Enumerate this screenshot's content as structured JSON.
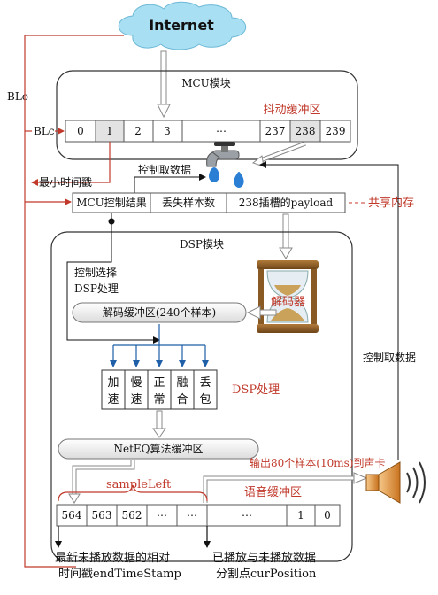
{
  "internet": "Internet",
  "labels": {
    "blo": "BLo",
    "blc": "BLc",
    "min_timestamp": "最小时间戳",
    "control_fetch_top": "控制取数据",
    "control_fetch_right": "控制取数据",
    "shared_memory": "共享内存",
    "control_select": "控制选择",
    "dsp_process_left": "DSP处理",
    "dsp_process_right": "DSP处理",
    "output_80": "输出80个样本(10ms)到声卡",
    "sample_left": "sampleLeft",
    "speech_buffer": "语音缓冲区",
    "latest_timestamp_1": "最新未播放数据的相对",
    "latest_timestamp_2": "时间戳endTimeStamp",
    "split_point_1": "已播放与未播放数据",
    "split_point_2": "分割点curPosition"
  },
  "mcu": {
    "title": "MCU模块",
    "jitter_buffer": "抖动缓冲区",
    "slots": [
      "0",
      "1",
      "2",
      "3",
      "⋯",
      "237",
      "238",
      "239"
    ]
  },
  "shared": {
    "cells": [
      "MCU控制结果",
      "丢失样本数",
      "238插槽的payload"
    ]
  },
  "dsp": {
    "title": "DSP模块",
    "decode_buffer": "解码缓冲区(240个样本)",
    "decoder": "解码器",
    "operations": [
      [
        "加",
        "速"
      ],
      [
        "慢",
        "速"
      ],
      [
        "正",
        "常"
      ],
      [
        "融",
        "合"
      ],
      [
        "丢",
        "包"
      ]
    ],
    "neteq_buffer": "NetEQ算法缓冲区",
    "samples_left": [
      "564",
      "563",
      "562",
      "⋯",
      "⋯"
    ],
    "samples_right": [
      "⋯",
      "1",
      "0"
    ]
  },
  "colors": {
    "red": "#c0392b",
    "blue": "#1f5fa8",
    "cloud": "#a9dff2"
  },
  "icons": [
    "cloud-icon",
    "faucet-icon",
    "hourglass-icon",
    "speaker-icon"
  ]
}
